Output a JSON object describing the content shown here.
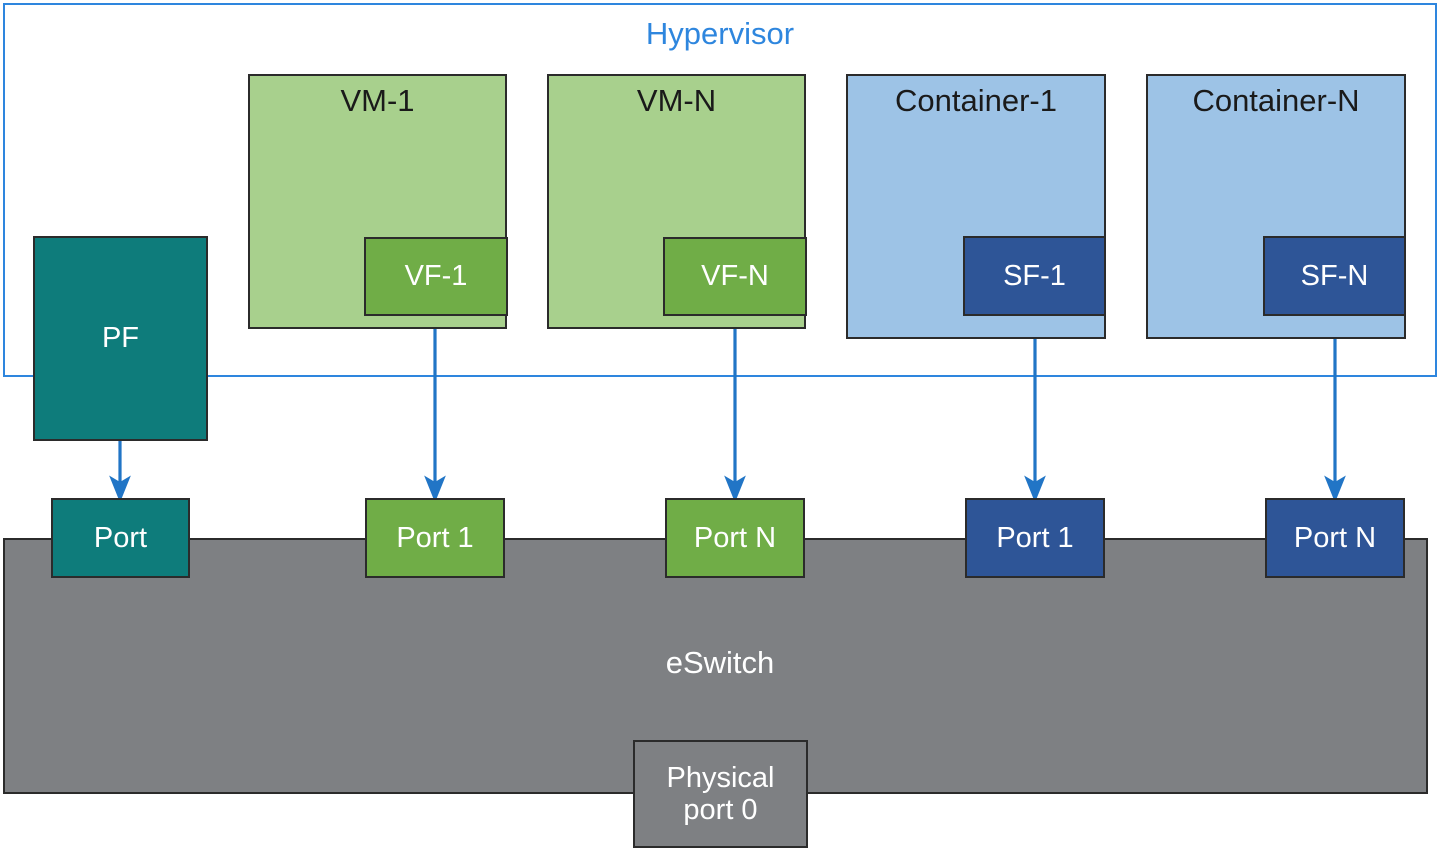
{
  "diagram": {
    "title": "Hypervisor",
    "frame_color": "#2E86DE"
  },
  "nodes": {
    "pf": {
      "label": "PF",
      "color": "#0E7C7B"
    },
    "vm_1": {
      "label": "VM-1",
      "color": "#A8D08D"
    },
    "vm_n": {
      "label": "VM-N",
      "color": "#A8D08D"
    },
    "vf_1": {
      "label": "VF-1",
      "color": "#70AD47"
    },
    "vf_n": {
      "label": "VF-N",
      "color": "#70AD47"
    },
    "container_1": {
      "label": "Container-1",
      "color": "#9DC3E6"
    },
    "container_n": {
      "label": "Container-N",
      "color": "#9DC3E6"
    },
    "sf_1": {
      "label": "SF-1",
      "color": "#2E5597"
    },
    "sf_n": {
      "label": "SF-N",
      "color": "#2E5597"
    },
    "eswitch": {
      "label": "eSwitch",
      "color": "#7E8083"
    },
    "physical_port": {
      "label": "Physical\nport 0",
      "color": "#7E8083"
    }
  },
  "ports": {
    "pf_port": {
      "label": "Port",
      "color": "#0E7C7B"
    },
    "vf_port_1": {
      "label": "Port 1",
      "color": "#70AD47"
    },
    "vf_port_n": {
      "label": "Port N",
      "color": "#70AD47"
    },
    "sf_port_1": {
      "label": "Port 1",
      "color": "#2E5597"
    },
    "sf_port_n": {
      "label": "Port N",
      "color": "#2E5597"
    }
  },
  "connectors": {
    "arrow_color": "#2E86DE",
    "edges": [
      {
        "from": "pf",
        "to": "pf_port"
      },
      {
        "from": "vm_1",
        "to": "vf_port_1"
      },
      {
        "from": "vm_n",
        "to": "vf_port_n"
      },
      {
        "from": "container_1",
        "to": "sf_port_1"
      },
      {
        "from": "container_n",
        "to": "sf_port_n"
      }
    ]
  }
}
